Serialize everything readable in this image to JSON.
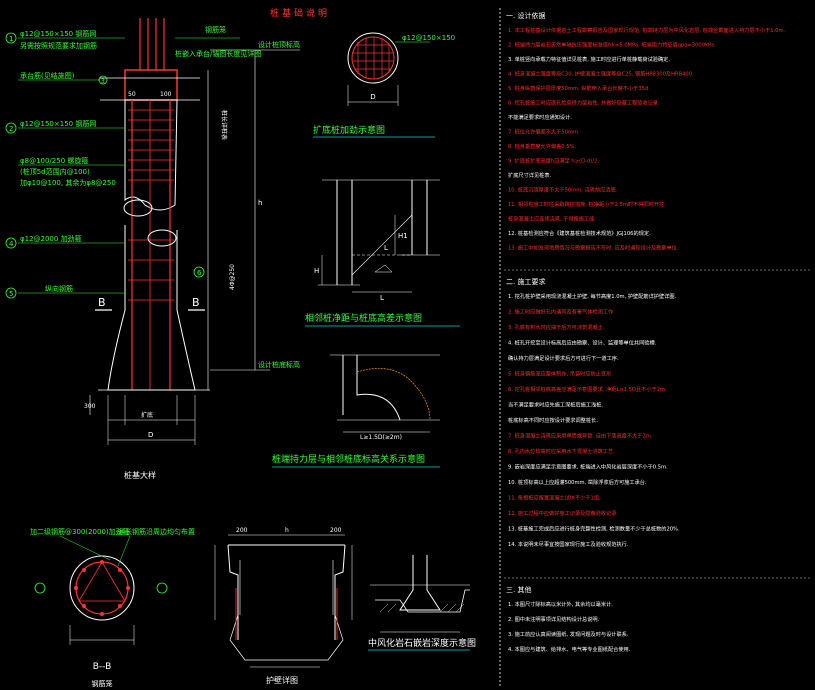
{
  "title": "桩基础说明",
  "colors": {
    "background": "#000000",
    "green": "#33ff33",
    "red": "#ff2a2a",
    "white": "#ffffff",
    "cyan": "#00d2d2",
    "yellow": "#ffff33",
    "magenta": "#ff33ff"
  },
  "pile_elevation": {
    "labels": {
      "top_bar": "φ12@150×150 钢筋网",
      "top_note": "另需按照规范要求加钢筋",
      "cap_note": "承台筋(见结施图)",
      "mid_bar": "φ12@150×150 钢筋网",
      "stirrup_1": "φ8@100/250 螺旋箍",
      "stirrup_2": "(桩顶5d范围内@100)",
      "stirrup_3": "加φ10@100, 其余为φ8@250",
      "ring_bar": "φ12@2000 加劲箍",
      "long_bar": "纵向钢筋",
      "top_right": "钢筋笼",
      "embed": "桩嵌入承台/锚固长度见详图",
      "design_top": "设计桩顶标高",
      "design_bottom": "设计桩底标高",
      "dim_h": "h",
      "dim_d": "D",
      "dim_bw": "扩底",
      "dim_50": "50",
      "dim_100": "100",
      "dim_300": "300",
      "section_b1": "B",
      "section_b2": "B",
      "num_1": "1",
      "num_2": "2",
      "num_3": "3",
      "num_4": "4",
      "num_5": "5",
      "num_6": "6",
      "vertical_dim": "桩长详桩表",
      "dim_side": "4Φ@250",
      "caption": "桩基大样"
    }
  },
  "circle_top": {
    "label": "φ12@150×150",
    "dim": "D",
    "caption": "扩底桩加劲示意图"
  },
  "earth_diagram": {
    "caption": "相邻桩净距与桩底高差示意图",
    "l_label": "L",
    "h_label": "H",
    "l2": "L",
    "h2": "H1"
  },
  "small_detail": {
    "caption": "桩端持力层与相邻桩底标高关系示意图",
    "dim": "L≥1.5D(≥2m)"
  },
  "section_bb": {
    "top_label": "加二级钢筋@300(2000)加劲箍",
    "right_label": "通长钢筋沿周边均匀布置",
    "caption": "B--B",
    "sub": "钢筋笼"
  },
  "retaining_ring": {
    "dims": [
      "200",
      "h",
      "200"
    ],
    "caption": "护壁详图"
  },
  "bottom_sketch": {
    "caption": "中风化岩石嵌岩深度示意图"
  },
  "notes": {
    "section1_title": "一. 设计依据",
    "section1": [
      "1. 本工程桩基设计依据岩土工程勘察报告及国家现行规范, 桩端持力层为中风化岩层, 桩端全截面进入持力层不小于1.0m.",
      "2. 桩端持力层岩石天然单轴抗压强度标准值frk=5.0MPa, 桩端阻力特征值qpa=3000kPa.",
      "3. 单桩竖向承载力特征值详见桩表, 施工时应进行单桩静载荷试验确定.",
      "4. 桩身混凝土强度等级C30, 护壁混凝土强度等级C25, 钢筋HPB300及HRB400.",
      "5. 桩身纵筋保护层厚度50mm, 纵筋伸入承台长度不小于35d.",
      "6. 挖孔桩施工时应逐孔检查持力层岩性, 并做好隐蔽工程验收记录.",
      "   不能满足要求时应通知设计.",
      "7. 桩位允许偏差不大于50mm.",
      "8. 桩身垂直度允许偏差0.5%.",
      "9. 扩底桩扩底高度h应满足 h≥(D-d)/2.",
      "   扩底尺寸详见桩表.",
      "10. 桩底沉渣厚度不大于50mm, 浇筑前应清底.",
      "11. 相邻桩施工时应采取跳挖措施, 桩净距小于2.5m时不得同时开挖.",
      "   桩身混凝土应连续浇筑, 不得留施工缝.",
      "12. 桩基检测应符合《建筑基桩检测技术规范》JGJ106的规定.",
      "13. 施工中如发现地质情况与勘察报告不符时, 应及时通知设计及勘察单位."
    ],
    "section2_title": "二. 施工要求",
    "section2": [
      "1. 挖孔桩护壁采用现浇混凝土护壁, 每节高度1.0m, 护壁配筋详护壁详图.",
      "2. 施工时应做好孔内通风及有害气体检测工作.",
      "3. 孔底有积水时应抽干后方可浇筑混凝土.",
      "4. 桩孔开挖至设计标高后应由勘察、设计、监理等单位共同验槽.",
      "   确认持力层满足设计要求后方可进行下一道工序.",
      "5. 桩身钢筋笼应整体制作, 吊装时应防止变形.",
      "6. 挖孔桩相邻桩底高差应满足示意图要求, 净距L≥1.5D且不小于2m.",
      "   当不满足要求时应先施工深桩后施工浅桩.",
      "   桩底标高不同时应按设计要求调整桩长.",
      "7. 桩身混凝土浇筑应采用串筒或导管, 自由下落高度不大于2m.",
      "8. 孔内水位较高时应采用水下混凝土浇筑工艺.",
      "9. 嵌岩深度应满足示意图要求, 桩端进入中风化岩层深度不小于0.5m.",
      "10. 桩顶标高以上应超灌500mm, 凿除浮浆后方可施工承台.",
      "11. 每根桩应留置混凝土试块不少于1组.",
      "12. 施工过程中应做好施工记录及隐蔽验收记录.",
      "13. 桩基施工完成后应进行桩身完整性检测, 检测数量不少于总桩数的20%.",
      "14. 本说明未尽事宜按国家现行施工及验收规范执行."
    ],
    "section3_title": "三. 其他",
    "section3": [
      "1. 本图尺寸除标高以米计外, 其余均以毫米计.",
      "2. 图中未注明事项详见结构设计总说明.",
      "3. 施工前应认真阅读图纸, 发现问题及时与设计联系.",
      "4. 本图应与建筑、给排水、电气等专业图纸配合使用."
    ]
  }
}
